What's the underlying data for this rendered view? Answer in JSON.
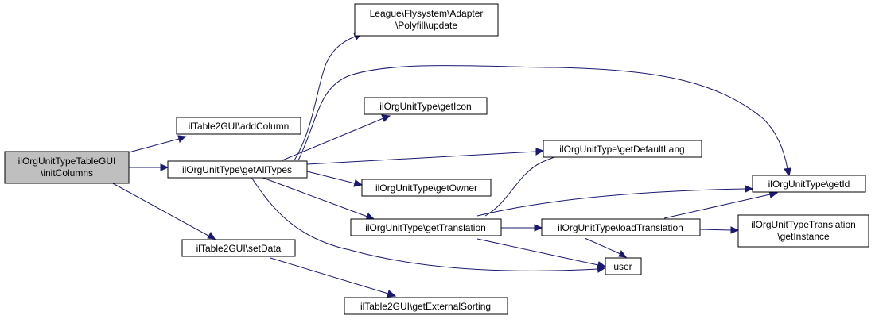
{
  "nodes": {
    "root": [
      "ilOrgUnitTypeTableGUI",
      "\\initColumns"
    ],
    "adapter_update": [
      "League\\Flysystem\\Adapter",
      "\\Polyfill\\update"
    ],
    "add_column": [
      "ilTable2GUI\\addColumn"
    ],
    "get_all_types": [
      "ilOrgUnitType\\getAllTypes"
    ],
    "get_icon": [
      "ilOrgUnitType\\getIcon"
    ],
    "get_default_lang": [
      "ilOrgUnitType\\getDefaultLang"
    ],
    "get_owner": [
      "ilOrgUnitType\\getOwner"
    ],
    "get_id": [
      "ilOrgUnitType\\getId"
    ],
    "get_translation": [
      "ilOrgUnitType\\getTranslation"
    ],
    "load_translation": [
      "ilOrgUnitType\\loadTranslation"
    ],
    "translation_get_instance": [
      "ilOrgUnitTypeTranslation",
      "\\getInstance"
    ],
    "set_data": [
      "ilTable2GUI\\setData"
    ],
    "user": [
      "user"
    ],
    "get_external_sorting": [
      "ilTable2GUI\\getExternalSorting"
    ]
  },
  "colors": {
    "edge": "#191970",
    "root_fill": "#bfbfbf",
    "node_fill": "#ffffff",
    "node_border": "#000000"
  }
}
